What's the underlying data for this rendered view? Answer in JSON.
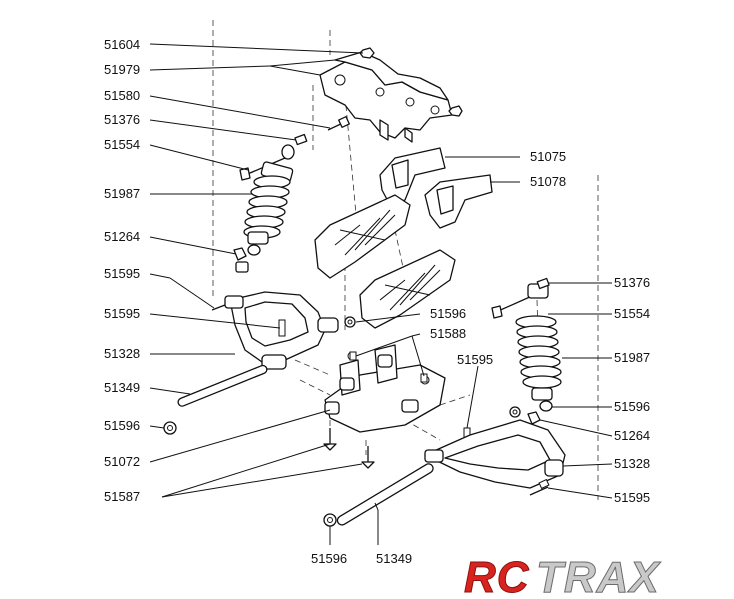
{
  "labels": {
    "l51604": "51604",
    "l51979": "51979",
    "l51580": "51580",
    "l51376a": "51376",
    "l51554a": "51554",
    "l51987a": "51987",
    "l51264a": "51264",
    "l51595a": "51595",
    "l51595b": "51595",
    "l51328a": "51328",
    "l51349a": "51349",
    "l51596a": "51596",
    "l51072": "51072",
    "l51587": "51587",
    "l51596b": "51596",
    "l51349b": "51349",
    "l51075": "51075",
    "l51078": "51078",
    "l51596c": "51596",
    "l51588": "51588",
    "l51595c": "51595",
    "l51376b": "51376",
    "l51554b": "51554",
    "l51987b": "51987",
    "l51596d": "51596",
    "l51264b": "51264",
    "l51328b": "51328",
    "l51595d": "51595"
  },
  "logo": {
    "part1": "RC",
    "part2": "TRAX"
  },
  "colors": {
    "logo_red": "#d8231f",
    "logo_silver": "#c9c9c9",
    "ink": "#111111"
  }
}
